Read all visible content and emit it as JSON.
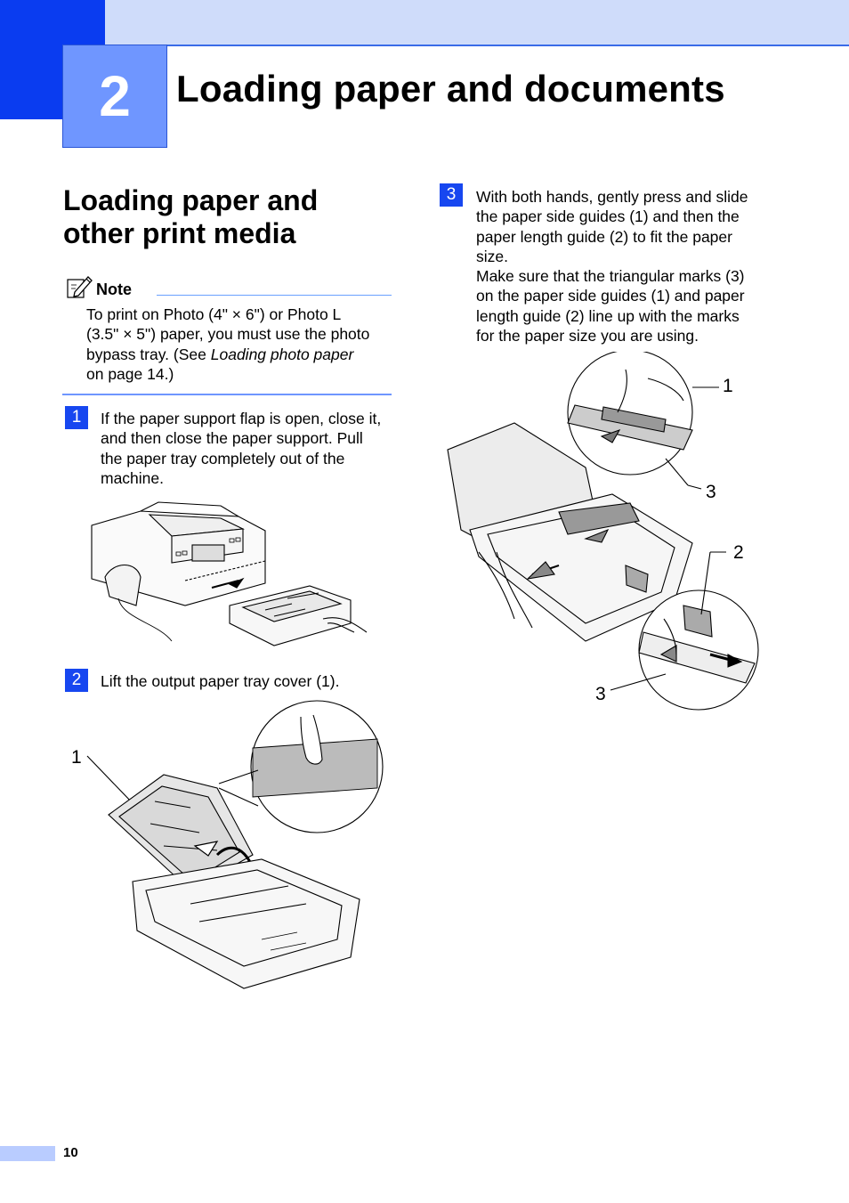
{
  "header": {
    "chapter_number": "2",
    "chapter_title": "Loading paper and documents"
  },
  "section": {
    "title_line1": "Loading paper and",
    "title_line2": "other print media"
  },
  "note": {
    "label": "Note",
    "line1": "To print on Photo (4\" × 6\") or Photo L",
    "line2": "(3.5\" × 5\") paper, you must use the photo",
    "line3_prefix": "bypass tray. (See ",
    "line3_italic": "Loading photo paper",
    "line4": "on page 14.)"
  },
  "steps": [
    {
      "number": "1",
      "lines": [
        "If the paper support flap is open, close it,",
        "and then close the paper support. Pull",
        "the paper tray completely out of the",
        "machine."
      ]
    },
    {
      "number": "2",
      "lines": [
        "Lift the output paper tray cover (1)."
      ]
    },
    {
      "number": "3",
      "lines": [
        "With both hands, gently press and slide",
        "the paper side guides (1) and then the",
        "paper length guide (2) to fit the paper",
        "size.",
        "Make sure that the triangular marks (3)",
        "on the paper side guides (1) and paper",
        "length guide (2) line up with the marks",
        "for the paper size you are using."
      ]
    }
  ],
  "callouts": {
    "step2_cover": "1",
    "step3_side_guides": "1",
    "step3_marks_top": "3",
    "step3_length_guide": "2",
    "step3_marks_bottom": "3"
  },
  "footer": {
    "page_number": "10"
  },
  "colors": {
    "chapter_accent": "#0a3cf0",
    "chapter_box": "#6f96ff",
    "band": "#cfdcfa",
    "step_badge": "#1747f0"
  }
}
